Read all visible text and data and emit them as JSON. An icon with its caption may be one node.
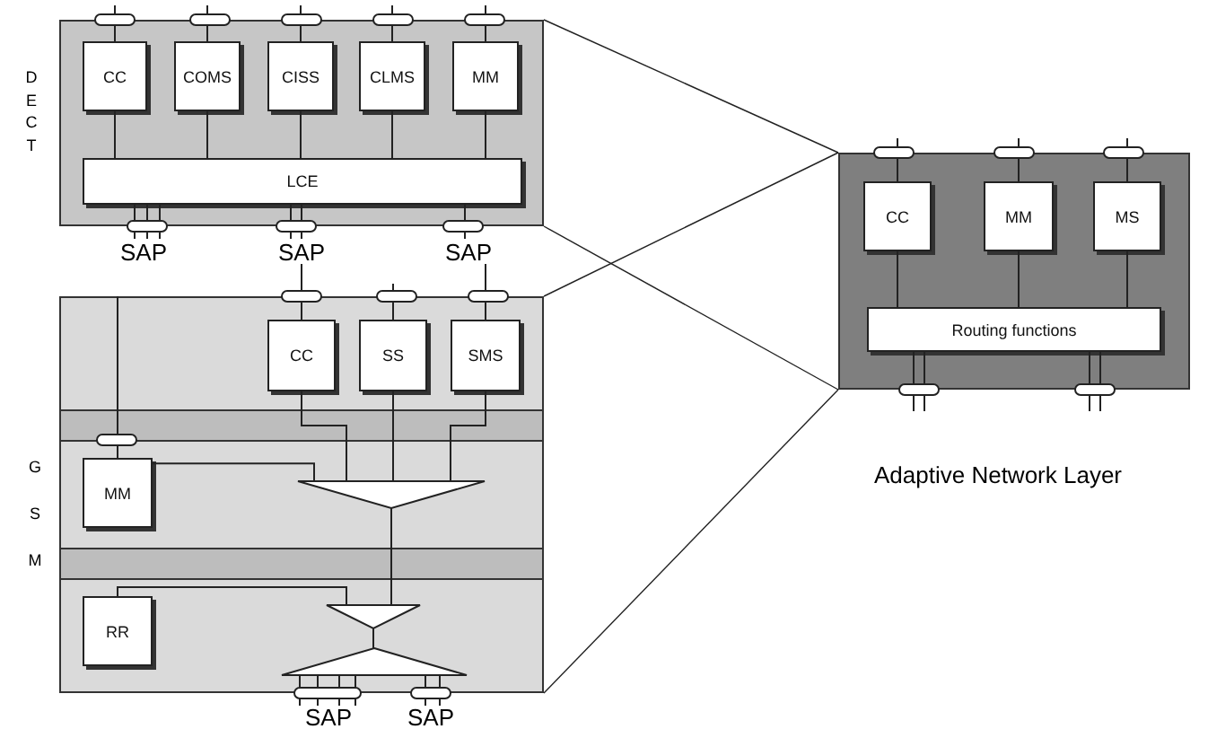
{
  "diagram": {
    "nodes": [
      {
        "text": [],
        "shape": "box"
      },
      {
        "text": [
          "CC"
        ],
        "in": 0
      },
      {
        "text": [
          "COMS"
        ],
        "in": 0
      },
      {
        "text": [
          "CISS"
        ],
        "in": 0
      },
      {
        "text": [
          "CLMS"
        ],
        "in": 0
      },
      {
        "text": [
          "MM"
        ],
        "in": 0
      },
      {
        "text": [
          "LCE"
        ],
        "in": 0
      },
      {
        "text": [
          "SAP"
        ]
      },
      {
        "text": [
          "SAP"
        ]
      },
      {
        "text": [
          "SAP"
        ]
      },
      {
        "text": [],
        "shape": "box"
      },
      {
        "text": [],
        "shape": "box",
        "in": 10
      },
      {
        "text": [],
        "shape": "box",
        "in": 10
      },
      {
        "text": [],
        "shape": "box",
        "in": 10
      },
      {
        "text": [
          "CC"
        ],
        "in": 11
      },
      {
        "text": [
          "SS"
        ],
        "in": 11
      },
      {
        "text": [
          "SMS"
        ],
        "in": 11
      },
      {
        "text": [
          "MM"
        ],
        "in": 12
      },
      {
        "text": [],
        "shape": "triangle",
        "in": 12
      },
      {
        "text": [
          "RR"
        ],
        "in": 13
      },
      {
        "text": [],
        "shape": "triangle",
        "in": 13
      },
      {
        "text": [],
        "shape": "triangle",
        "in": 13
      },
      {
        "text": [
          "SAP"
        ]
      },
      {
        "text": [
          "SAP"
        ]
      },
      {
        "text": [],
        "shape": "box",
        "beside": [
          "Adaptive Network Layer"
        ]
      },
      {
        "text": [
          "CC"
        ],
        "in": 24
      },
      {
        "text": [
          "MM"
        ],
        "in": 24
      },
      {
        "text": [
          "MS"
        ],
        "in": 24
      },
      {
        "text": [
          "Routing functions"
        ],
        "in": 24
      }
    ],
    "edges": [
      {
        "from": 1,
        "to": 6,
        "arrow": "none"
      },
      {
        "from": 2,
        "to": 6,
        "arrow": "none"
      },
      {
        "from": 3,
        "to": 6,
        "arrow": "none"
      },
      {
        "from": 4,
        "to": 6,
        "arrow": "none"
      },
      {
        "from": 5,
        "to": 6,
        "arrow": "none"
      },
      {
        "from": 14,
        "to": 18,
        "arrow": "none"
      },
      {
        "from": 15,
        "to": 18,
        "arrow": "none"
      },
      {
        "from": 16,
        "to": 18,
        "arrow": "none"
      },
      {
        "from": 17,
        "to": 18,
        "arrow": "none"
      },
      {
        "from": 18,
        "to": 20,
        "arrow": "none"
      },
      {
        "from": 19,
        "to": 20,
        "arrow": "none"
      },
      {
        "from": 20,
        "to": 21,
        "arrow": "none"
      },
      {
        "from": 25,
        "to": 28,
        "arrow": "none"
      },
      {
        "from": 26,
        "to": 28,
        "arrow": "none"
      },
      {
        "from": 27,
        "to": 28,
        "arrow": "none"
      },
      {
        "from": 0,
        "to": 24,
        "arrow": "none"
      },
      {
        "from": 0,
        "to": 24,
        "arrow": "none"
      },
      {
        "from": 11,
        "to": 24,
        "arrow": "none"
      },
      {
        "from": 13,
        "to": 24,
        "arrow": "none"
      },
      {
        "from": 11,
        "to": 17,
        "arrow": "none"
      },
      {
        "from": 1,
        "to": null,
        "arrow": "none"
      },
      {
        "from": 2,
        "to": null,
        "arrow": "none"
      },
      {
        "from": 3,
        "to": null,
        "arrow": "none"
      },
      {
        "from": 4,
        "to": null,
        "arrow": "none"
      },
      {
        "from": 5,
        "to": null,
        "arrow": "none"
      },
      {
        "from": 6,
        "to": 7,
        "arrow": "none"
      },
      {
        "from": 6,
        "to": 7,
        "arrow": "none"
      },
      {
        "from": 6,
        "to": 7,
        "arrow": "none"
      },
      {
        "from": 6,
        "to": 8,
        "arrow": "none"
      },
      {
        "from": 6,
        "to": 8,
        "arrow": "none"
      },
      {
        "from": 6,
        "to": 9,
        "arrow": "none"
      },
      {
        "from": 14,
        "to": 8,
        "arrow": "none"
      },
      {
        "from": 15,
        "to": null,
        "arrow": "none"
      },
      {
        "from": 16,
        "to": 9,
        "arrow": "none"
      },
      {
        "from": 21,
        "to": 22,
        "arrow": "none"
      },
      {
        "from": 21,
        "to": 22,
        "arrow": "none"
      },
      {
        "from": 21,
        "to": 22,
        "arrow": "none"
      },
      {
        "from": 21,
        "to": 22,
        "arrow": "none"
      },
      {
        "from": 21,
        "to": 23,
        "arrow": "none"
      },
      {
        "from": 21,
        "to": 23,
        "arrow": "none"
      },
      {
        "from": 25,
        "to": null,
        "arrow": "none"
      },
      {
        "from": 26,
        "to": null,
        "arrow": "none"
      },
      {
        "from": 27,
        "to": null,
        "arrow": "none"
      },
      {
        "from": 28,
        "to": null,
        "arrow": "none"
      },
      {
        "from": 28,
        "to": null,
        "arrow": "none"
      },
      {
        "from": 28,
        "to": null,
        "arrow": "none"
      },
      {
        "from": 28,
        "to": null,
        "arrow": "none"
      }
    ],
    "labels": [
      "DECT",
      "GSM"
    ]
  }
}
